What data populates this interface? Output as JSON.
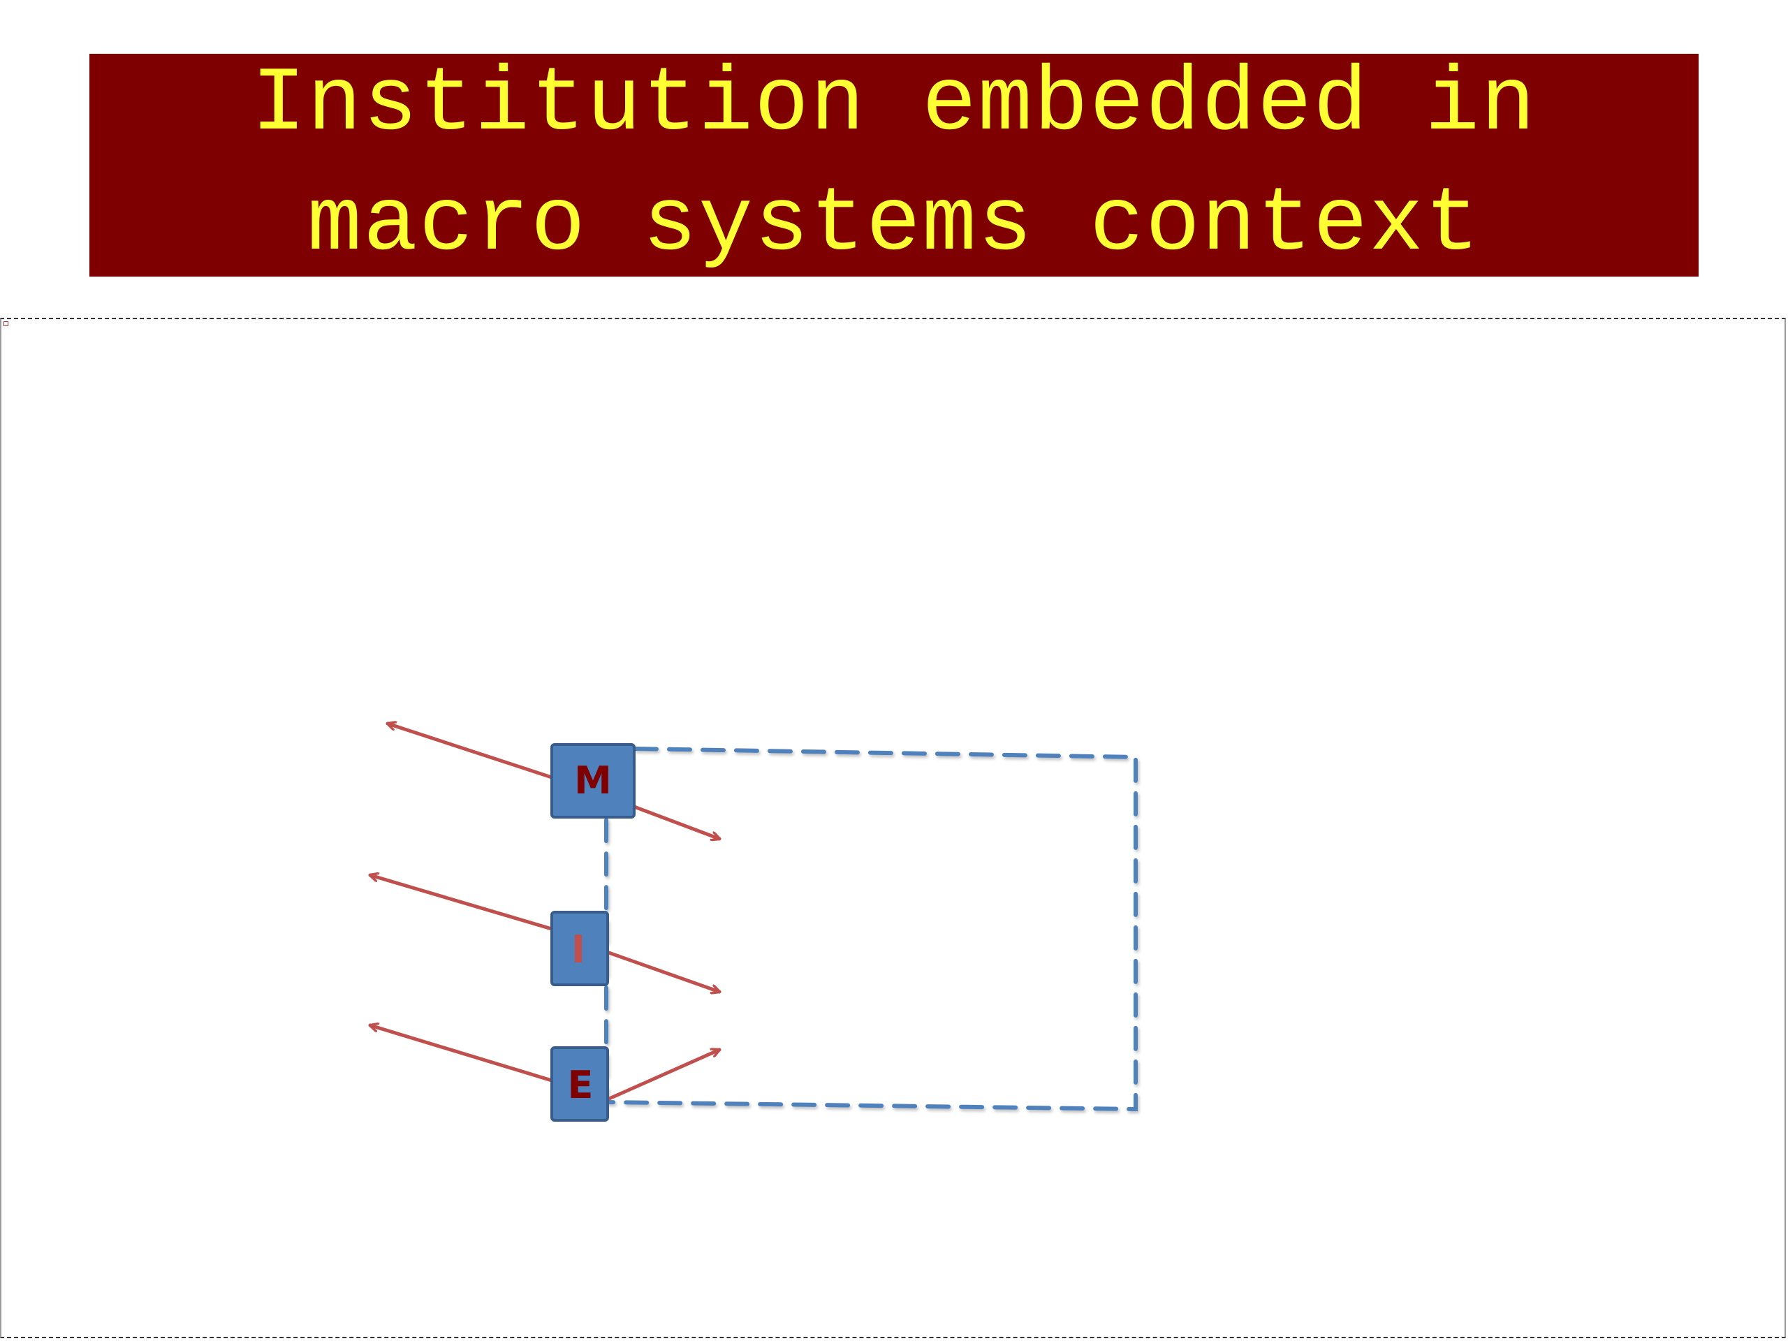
{
  "slide": {
    "title_lines": [
      "Institution embedded in",
      "macro systems context"
    ],
    "colors": {
      "banner": "#7f0000",
      "title_text": "#ffff33",
      "node_fill": "#4f81bd",
      "node_stroke": "#385d8a",
      "arrow": "#c0504d",
      "dashed_outline": "#4f81bd"
    }
  },
  "diagram": {
    "nodes": [
      {
        "id": "M",
        "label": "M",
        "label_color": "#7f0000"
      },
      {
        "id": "I",
        "label": "I",
        "label_color": "#c0504d"
      },
      {
        "id": "E",
        "label": "E",
        "label_color": "#7f0000"
      }
    ]
  }
}
